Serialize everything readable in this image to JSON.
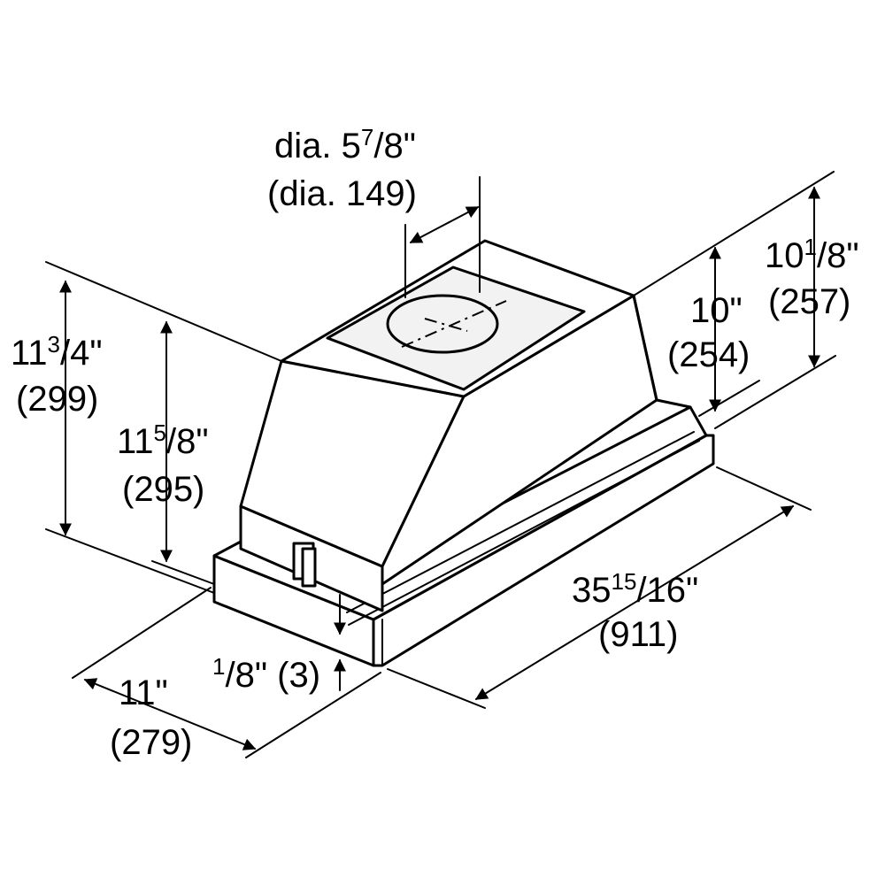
{
  "dimensions": {
    "duct_diameter": {
      "label_prefix": "dia. 5",
      "sup": "7",
      "rest": "/8\"",
      "metric": "(dia. 149)"
    },
    "overall_height": {
      "label_prefix": "11",
      "sup": "3",
      "rest": "/4\"",
      "metric": "(299)"
    },
    "body_height": {
      "label_prefix": "11",
      "sup": "5",
      "rest": "/8\"",
      "metric": "(295)"
    },
    "rear_height_outer": {
      "label_prefix": "10",
      "sup": "1",
      "rest": "/8\"",
      "metric": "(257)"
    },
    "rear_height_inner": {
      "label": "10\"",
      "metric": "(254)"
    },
    "width": {
      "label_prefix": "35",
      "sup": "15",
      "rest": "/16\"",
      "metric": "(911)"
    },
    "depth": {
      "label": "11\"",
      "metric": "(279)"
    },
    "frame_thickness": {
      "sup": "1",
      "rest": "/8\" (3)"
    }
  }
}
